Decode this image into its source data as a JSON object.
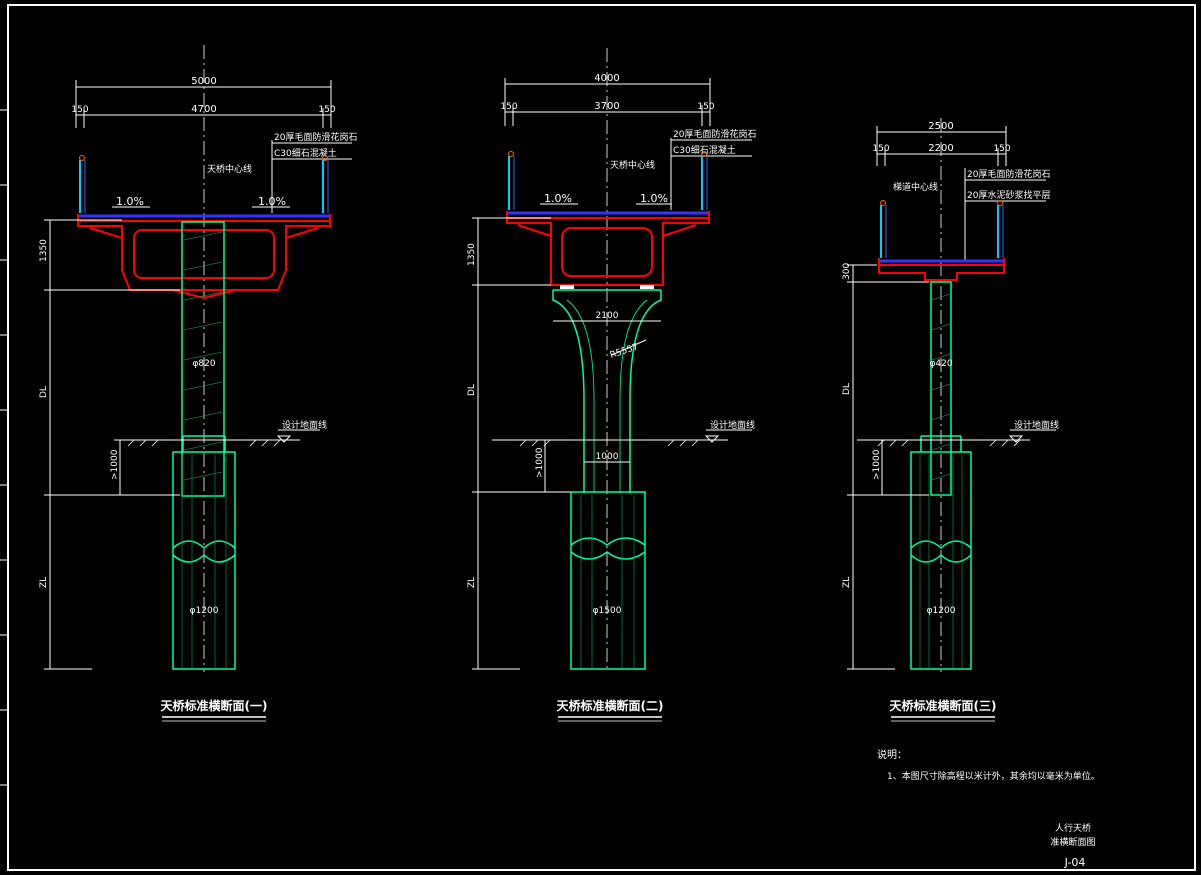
{
  "drawing": {
    "sheet_no": "J-04",
    "title_block": {
      "line1": "人行天桥",
      "line2": "准横断面图"
    },
    "notes": {
      "heading": "说明：",
      "item1": "1、本图尺寸除高程以米计外，其余均以毫米为单位。"
    },
    "colors": {
      "bg": "#000000",
      "frame": "#ffffff",
      "structure": "#ff0000",
      "pier": "#00ff99",
      "pave": "#3333ff",
      "rail": "#00ccff",
      "dim": "#ffffff",
      "center": "#cccccc"
    }
  },
  "sections": [
    {
      "id": "s1",
      "title": "天桥标准横断面(一)",
      "dim_total": "5000",
      "dim_mid": "4700",
      "dim_left": "150",
      "dim_right": "150",
      "note_top": "20厚毛面防滑花岗石",
      "note_bottom": "C30细石混凝土",
      "centerline_label": "天桥中心线",
      "slope_left": "1.0%",
      "slope_right": "1.0%",
      "h_deck": "1350",
      "h_dl": "DL",
      "h_burial": ">1000",
      "h_zl": "ZL",
      "pier_dia": "φ820",
      "pile_dia": "φ1200",
      "ground_label": "设计地面线"
    },
    {
      "id": "s2",
      "title": "天桥标准横断面(二)",
      "dim_total": "4000",
      "dim_mid": "3700",
      "dim_left": "150",
      "dim_right": "150",
      "note_top": "20厚毛面防滑花岗石",
      "note_bottom": "C30细石混凝土",
      "centerline_label": "天桥中心线",
      "slope_left": "1.0%",
      "slope_right": "1.0%",
      "h_deck": "1350",
      "h_dl": "DL",
      "h_burial": ">1000",
      "h_zl": "ZL",
      "cap_width": "2100",
      "radius": "R5557",
      "neck_width": "1000",
      "pile_dia": "φ1500",
      "ground_label": "设计地面线"
    },
    {
      "id": "s3",
      "title": "天桥标准横断面(三)",
      "dim_total": "2500",
      "dim_mid": "2200",
      "dim_left": "150",
      "dim_right": "150",
      "note_top": "20厚毛面防滑花岗石",
      "note_bottom": "20厚水泥砂浆找平层",
      "centerline_label": "梯道中心线",
      "h_deck": "300",
      "h_dl": "DL",
      "h_burial": ">1000",
      "h_zl": "ZL",
      "pier_dia": "φ420",
      "pile_dia": "φ1200",
      "ground_label": "设计地面线"
    }
  ]
}
